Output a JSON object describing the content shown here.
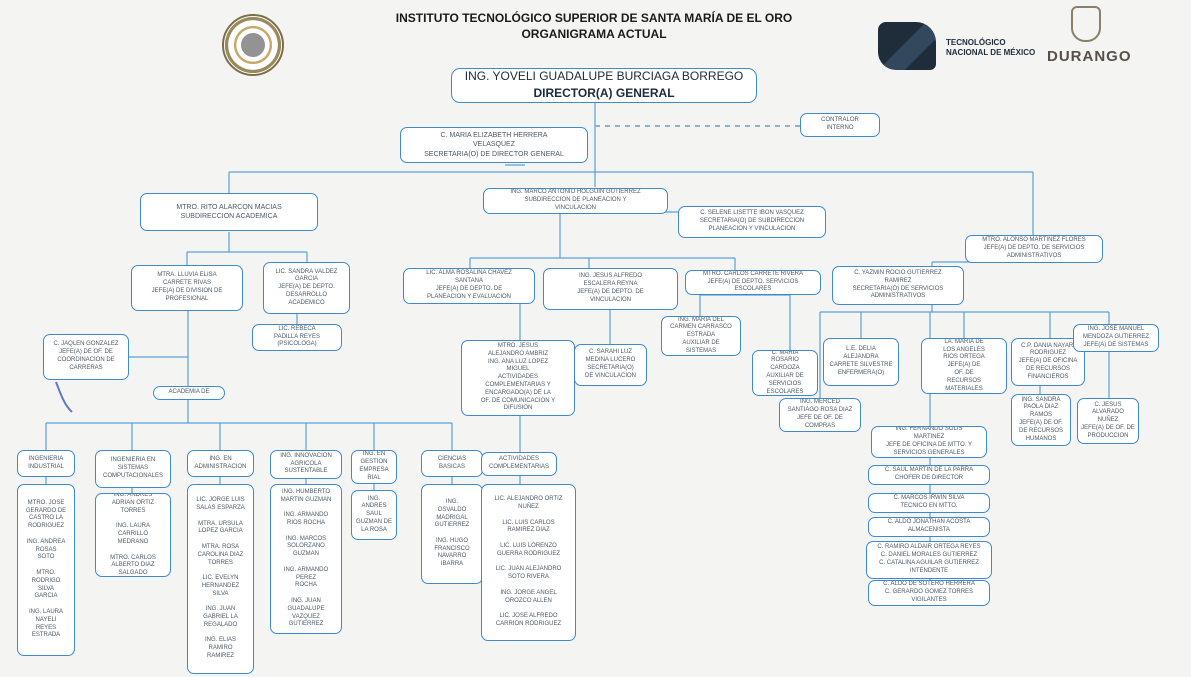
{
  "header": {
    "line1": "INSTITUTO TECNOLÓGICO SUPERIOR DE SANTA MARÍA DE EL ORO",
    "line2": "ORGANIGRAMA ACTUAL"
  },
  "logos": {
    "seal": "institute-seal",
    "tecnm": {
      "icon": "tecnm-jaguar-logo",
      "text": "TECNOLÓGICO\nNACIONAL DE MÉXICO"
    },
    "durango": {
      "icon": "durango-emblem",
      "text": "DURANGO"
    }
  },
  "colors": {
    "border": "#3d8ad0",
    "connector": "#5aa0dc",
    "dotted": "#8fb2cc",
    "signature": "#5e78c8"
  },
  "director": {
    "name": "ING. YOVELI GUADALUPE BURCIAGA BORREGO",
    "title": "DIRECTOR(A) GENERAL"
  },
  "contraloria": "CONTRALOR\nINTERNO",
  "secretaria": "C. MARIA ELIZABETH HERRERA\nVELASQUEZ\nSECRETARIA(O) DE DIRECTOR GENERAL",
  "sub_academica": "MTRO. RITO ALARCON MACIAS\nSUBDIRECCION ACADEMICA",
  "sub_planeacion": "ING. MARCO ANTONIO HOLGUIN GUTIERREZ\nSUBDIRECCION DE PLANEACION Y\nVINCULACION",
  "sec_planeacion": "C. SELENE LISETTE IBON VASQUEZ\nSECRETARIA(O) DE SUBDIRECCION\nPLANEACION Y VINCULACION",
  "jefe_admin": "MTRO. ALONSO MARTINEZ FLORES\nJEFE(A) DE DEPTO. DE SERVICIOS\nADMINISTRATIVOS",
  "div_profesional": "MTRA. LLUVIA ELISA\nCARRETE RIVAS\nJEFE(A) DE DIVISION DE\nPROFESIONAL",
  "desarrollo_academico": "LIC. SANDRA VALDEZ\nGARCIA\nJEFE(A) DE DEPTO.\nDESARROLLO\nACADEMICO",
  "psicologa": "LIC. REBECA\nPADILLA REYES\n(PSICOLOGA)",
  "coord_campo": "C. JAQLEN GONZALEZ\nJEFE(A) DE OF. DE\nCOORDINACION DE\nCARRERAS",
  "academia": "ACADEMIA DE",
  "carreras": [
    "INGENIERIA\nINDUSTRIAL",
    "INGENIERIA EN\nSISTEMAS\nCOMPUTACIONALES",
    "ING. EN\nADMINISTRACION",
    "ING. INNOVACION\nAGRICOLA\nSUSTENTABLE",
    "ING. EN\nGESTION\nEMPRESA\nRIAL",
    "CIENCIAS\nBASICAS"
  ],
  "docentes": [
    "MTRO. JOSE\nGERARDO DE\nCASTRO LA\nRODRIGUEZ\n\nING. ANDREA\nROSAS\nSOTO\n\nMTRO.\nRODRIGO\nSILVA\nGARCIA\n\nING. LAURA\nNAYELI\nREYES\nESTRADA",
    "ING. ANDRES\nADRIAN ORTIZ\nTORRES\n\nING. LAURA\nCARRILLO\nMEDRANO\n\nMTRO. CARLOS\nALBERTO DIAZ\nSALGADO",
    "LIC. JORGE LUIS\nSALAS ESPARZA\n\nMTRA. URSULA\nLOPEZ GARCIA\n\nMTRA. ROSA\nCAROLINA DIAZ\nTORRES\n\nLIC. EVELYN\nHERNANDEZ\nSILVA\n\nING. JUAN\nGABRIEL LA\nREGALADO\n\nING. ELIAS\nRAMIRO\nRAMIREZ",
    "ING. HUMBERTO\nMARTIN GUZMAN\n\nING. ARMANDO\nRIOS ROCHA\n\nING. MARCOS\nSOLORZANO\nGUZMAN\n\nING. ARMANDO\nPEREZ\nROCHA\n\nING. JUAN\nGUADALUPE\nVAZQUEZ\nGUTIERREZ",
    "ING. ANDRES\nSAUL\nGUZMAN DE\nLA ROSA",
    "ING.\nOSVALDO\nMADRIGAL\nGUTIERREZ\n\nING. HUGO\nFRANCISCO\nNAVARRO\nIBARRA"
  ],
  "actividades_left": "MTRO. JESUS\nALEJANDRO AMBRIZ\nING. ANA LUZ LOPEZ\nMIGUEL\nACTIVIDADES\nCOMPLEMENTARIAS Y\nENCARGADO(A) DE LA\nOF. DE COMUNICACION Y\nDIFUSION",
  "actividades_header": "ACTIVIDADES\nCOMPLEMENTARIAS",
  "actividades_list": "LIC. ALEJANDRO ORTIZ\nNUÑEZ\n\nLIC. LUIS CARLOS\nRAMIREZ DIAZ\n\nLIC. LUIS LORENZO\nGUERRA RODRIGUEZ\n\nLIC. JUAN ALEJANDRO\nSOTO RIVERA\n\nING. JORGE ANGEL\nOROZCO ALLEN\n\nLIC. JOSE ALFREDO\nCARRION RODRIGUEZ",
  "planeacion_eval": "LIC. ALMA ROSALINA CHAVEZ\nSANTANA\nJEFE(A) DE DEPTO. DE\nPLANEACION Y EVALUACION",
  "vinculacion": "ING. JESUS ALFREDO\nESCALERA REYNA\nJEFE(A) DE DEPTO. DE\nVINCULACION",
  "sec_vinculacion": "C. SARAHI LUZ\nMEDINA LUCERO\nSECRETARIA(O)\nDE VINCULACION",
  "servicios_escolares": "MTRO. CARLOS CARRETE RIVERA\nJEFE(A) DE DEPTO. SERVICIOS\nESCOLARES",
  "auxiliar_sistemas": "ING. MARIA DEL\nCARMEN CARRASCO\nESTRADA\nAUXILIAR DE\nSISTEMAS",
  "aux_escolares": "C. MARIA\nROSARIO\nCARDOZA\nAUXILIAR DE\nSERVICIOS\nESCOLARES",
  "sec_admin": "C. YAZMIN ROCIO GUTIERREZ\nRAMIREZ\nSECRETARIA(O) DE SERVICIOS\nADMINISTRATIVOS",
  "enfermeria": "L.E. DELIA\nALEJANDRA\nCARRETE SILVESTRE\nENFERMERA(O)",
  "recursos_materiales": "LA. MARIA DE\nLOS ANGELES\nRIOS ORTEGA\nJEFE(A) DE\nOF. DE\nRECURSOS\nMATERIALES",
  "recursos_financieros": "C.P. DANIA NAYARI\nRODRIGUEZ\nJEFE(A) DE OFICINA\nDE RECURSOS\nFINANCIEROS",
  "jefe_sistemas": "ING. JOSE MANUEL\nMENDOZA GUTIERREZ\nJEFE(A) DE SISTEMAS",
  "compras": "ING. MERCED\nSANTIAGO ROSA DIAZ\nJEFE DE OF. DE\nCOMPRAS",
  "recursos_humanos": "ING. SANDRA\nPAOLA DIAZ\nRAMOS\nJEFE(A) DE OF.\nDE RECURSOS\nHUMANOS",
  "prod_cine": "C. JESUS\nALVARADO\nNUÑEZ\nJEFE(A) DE OF. DE\nPRODUCCION",
  "mantenimiento": "ING. FERNANDO SOLIS\nMARTINEZ\nJEFE DE OFICINA DE MTTO. Y\nSERVICIOS GENERALES",
  "chofer": "C. SAUL MARTIN DE LA PARRA\nCHOFER DE DIRECTOR",
  "tecnico_mtto": "C. MARCOS IRWIN SILVA\nTECNICO EN MTTO.",
  "almacenista": "C. ALDO JONATHAN ACOSTA\nALMACENISTA",
  "intendencia": "C. RAMIRO ALDAIR ORTEGA REYES\nC. DANIEL MORALES GUTIERREZ\nC. CATALINA AGUILAR GUTIERREZ\nINTENDENTE",
  "vigilancia": "C. ALDO DE SOTERO HERRERA\nC. GERARDO GOMEZ TORRES\nVIGILANTES"
}
